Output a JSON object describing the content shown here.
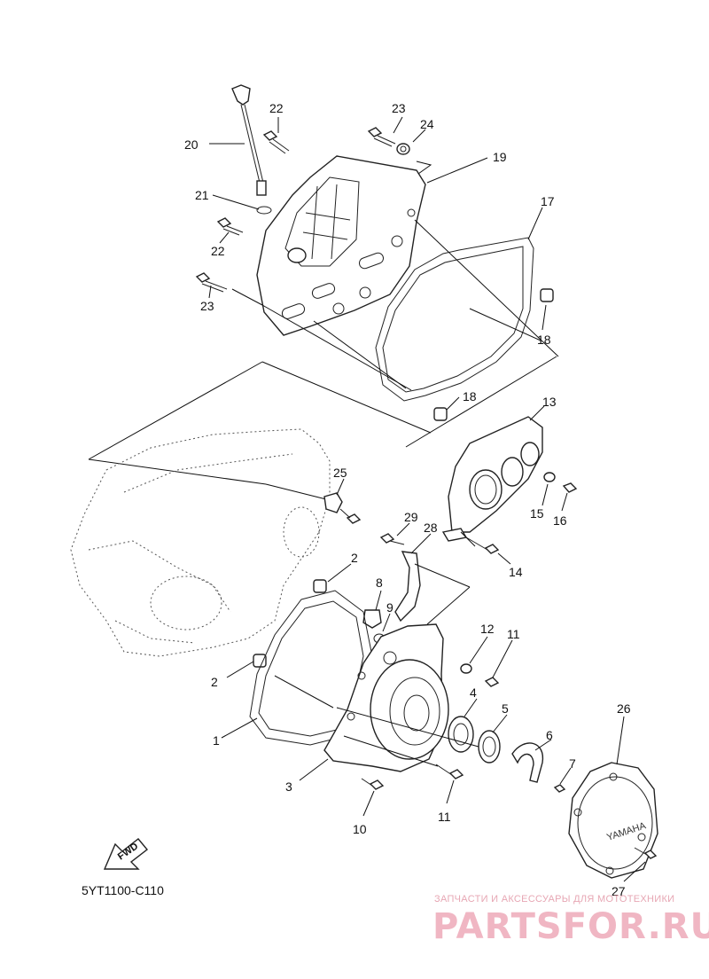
{
  "diagram_code": "5YT1100-C110",
  "fwd_label": "FWD",
  "cover_brand": "YAMAHA",
  "watermark": {
    "subtitle": "ЗАПЧАСТИ И АКСЕССУАРЫ ДЛЯ МОТОТЕХНИКИ",
    "site": "PARTSFOR.RU"
  },
  "labels": [
    {
      "id": "l22a",
      "text": "22"
    },
    {
      "id": "l23a",
      "text": "23"
    },
    {
      "id": "l24",
      "text": "24"
    },
    {
      "id": "l20",
      "text": "20"
    },
    {
      "id": "l19",
      "text": "19"
    },
    {
      "id": "l21",
      "text": "21"
    },
    {
      "id": "l17",
      "text": "17"
    },
    {
      "id": "l22b",
      "text": "22"
    },
    {
      "id": "l23b",
      "text": "23"
    },
    {
      "id": "l18a",
      "text": "18"
    },
    {
      "id": "l18b",
      "text": "18"
    },
    {
      "id": "l13",
      "text": "13"
    },
    {
      "id": "l25",
      "text": "25"
    },
    {
      "id": "l15",
      "text": "15"
    },
    {
      "id": "l16",
      "text": "16"
    },
    {
      "id": "l29",
      "text": "29"
    },
    {
      "id": "l28",
      "text": "28"
    },
    {
      "id": "l14",
      "text": "14"
    },
    {
      "id": "l2a",
      "text": "2"
    },
    {
      "id": "l8",
      "text": "8"
    },
    {
      "id": "l9",
      "text": "9"
    },
    {
      "id": "l12",
      "text": "12"
    },
    {
      "id": "l11a",
      "text": "11"
    },
    {
      "id": "l2b",
      "text": "2"
    },
    {
      "id": "l4",
      "text": "4"
    },
    {
      "id": "l5",
      "text": "5"
    },
    {
      "id": "l26",
      "text": "26"
    },
    {
      "id": "l6",
      "text": "6"
    },
    {
      "id": "l1",
      "text": "1"
    },
    {
      "id": "l7",
      "text": "7"
    },
    {
      "id": "l3",
      "text": "3"
    },
    {
      "id": "l11b",
      "text": "11"
    },
    {
      "id": "l10",
      "text": "10"
    },
    {
      "id": "l27",
      "text": "27"
    }
  ]
}
